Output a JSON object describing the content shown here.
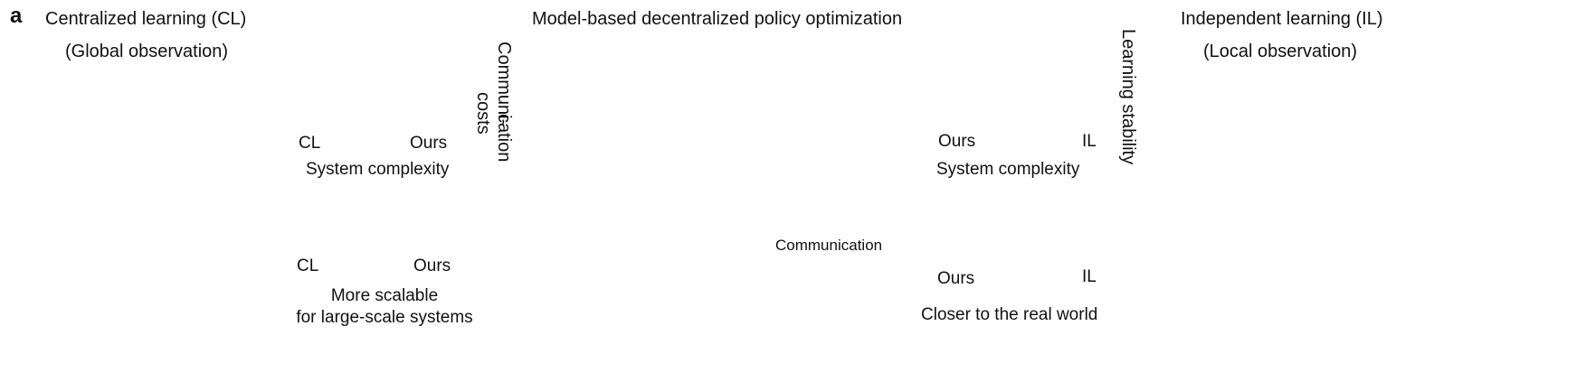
{
  "panel_label": "a",
  "left_panel": {
    "title": "Centralized learning (CL)",
    "subtitle": "(Global observation)"
  },
  "comm_cost_chart": {
    "y_label_line1": "Communi-",
    "y_label_line2": "cation",
    "y_label_line3": "costs",
    "x_label": "System complexity",
    "left_tick": "CL",
    "right_tick": "Ours"
  },
  "scalability": {
    "left_label": "CL",
    "right_label": "Ours",
    "caption_line1": "More scalable",
    "caption_line2": "for large-scale systems"
  },
  "center_panel": {
    "title": "Model-based decentralized policy optimization",
    "legend_label": "Communication"
  },
  "stability_chart": {
    "y_label": "Learning stability",
    "x_label": "System complexity",
    "left_tick": "Ours",
    "right_tick": "IL"
  },
  "realism": {
    "left_label": "Ours",
    "right_label": "IL",
    "caption": "Closer to the real world"
  },
  "right_panel": {
    "title": "Independent learning (IL)",
    "subtitle": "(Local observation)"
  },
  "colors": {
    "blue": "#3a6fc4",
    "green": "#4f9a3a",
    "yellow": "#f2b51c",
    "red": "#e01010",
    "axis": "#3d4f66",
    "panel_fill": "#fbede6",
    "panel_border": "#d9534f"
  }
}
